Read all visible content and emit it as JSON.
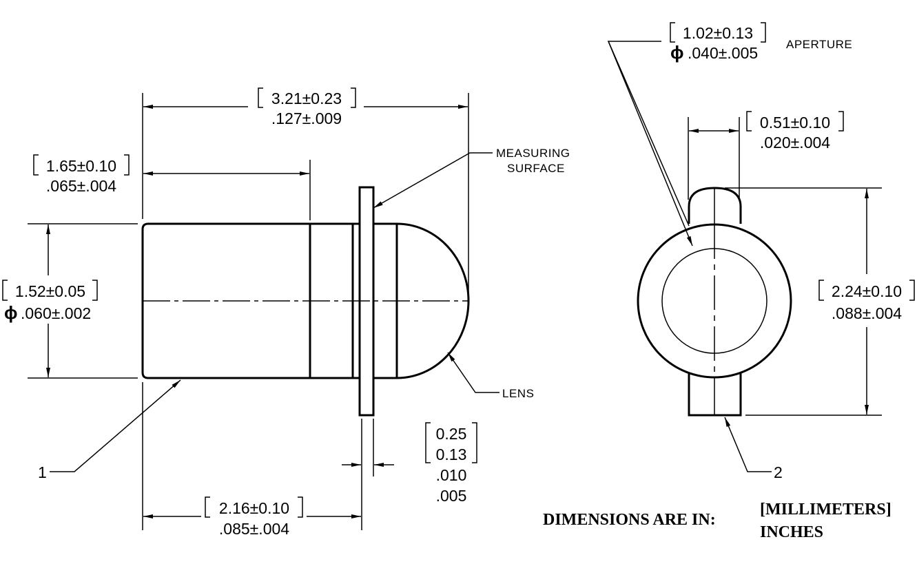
{
  "side_view": {
    "overall_length": {
      "mm": "3.21±0.23",
      "in": ".127±.009"
    },
    "body_length": {
      "mm": "1.65±0.10",
      "in": ".065±.004"
    },
    "diameter": {
      "mm": "1.52±0.05",
      "in": ".060±.002",
      "symbol": "ϕ"
    },
    "flange_position": {
      "mm": "2.16±0.10",
      "in": ".085±.004"
    },
    "flange_thickness": {
      "mm_max": "0.25",
      "mm_min": "0.13",
      "in_max": ".010",
      "in_min": ".005"
    },
    "measuring_surface": [
      "MEASURING",
      "SURFACE"
    ],
    "lens_label": "LENS",
    "callout_1": "1"
  },
  "end_view": {
    "aperture": {
      "mm": "1.02±0.13",
      "in": ".040±.005",
      "symbol": "ϕ",
      "label": "APERTURE"
    },
    "tab_width": {
      "mm": "0.51±0.10",
      "in": ".020±.004"
    },
    "height": {
      "mm": "2.24±0.10",
      "in": ".088±.004"
    },
    "callout_2": "2"
  },
  "units_note": {
    "label": "DIMENSIONS ARE IN:",
    "primary": "[MILLIMETERS]",
    "secondary": "INCHES"
  },
  "colors": {
    "line": "#000000",
    "background": "#ffffff"
  }
}
